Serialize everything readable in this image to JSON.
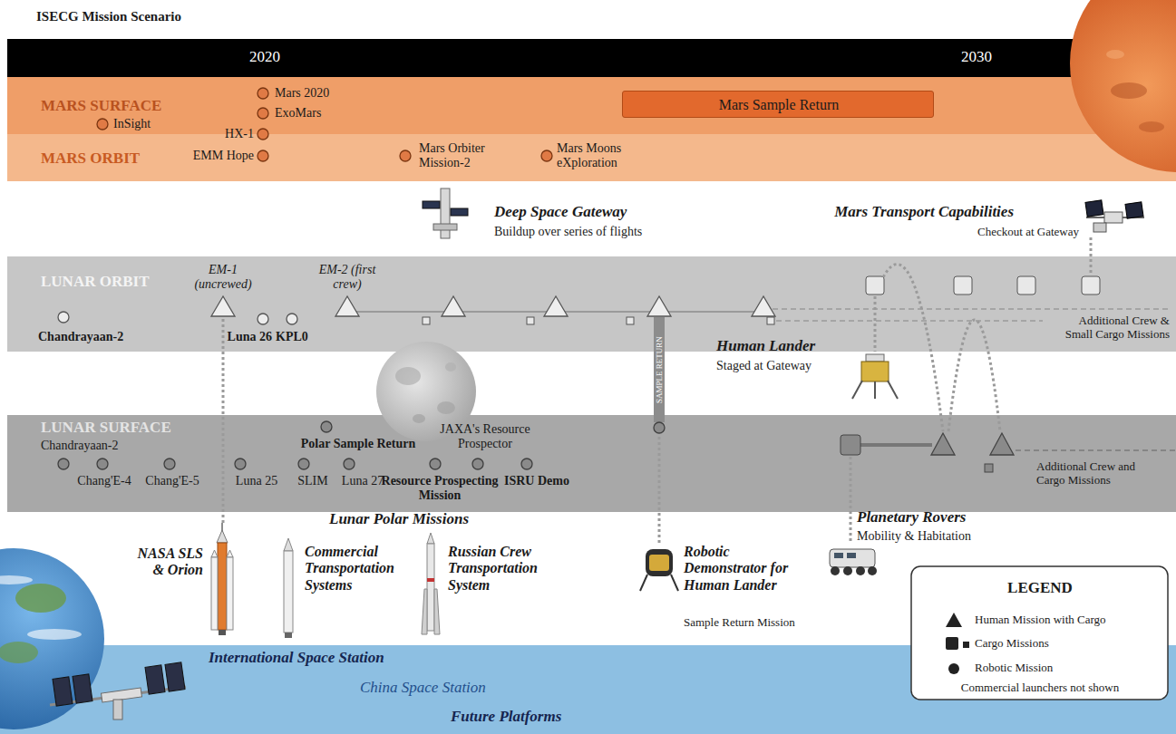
{
  "diagram": {
    "title": "ISECG Mission Scenario",
    "nodes": [
      {
        "text": [
          "2020",
          "2030"
        ]
      },
      {
        "text": [
          "MARS SURFACE"
        ]
      },
      {
        "text": [
          "InSight"
        ],
        "in": 1
      },
      {
        "text": [
          "Mars 2020"
        ],
        "in": 1
      },
      {
        "text": [
          "ExoMars"
        ],
        "in": 1
      },
      {
        "text": [
          "Mars Sample Return"
        ],
        "in": 1
      },
      {
        "text": [
          "MARS ORBIT"
        ]
      },
      {
        "text": [
          "HX-1"
        ],
        "in": 6
      },
      {
        "text": [
          "EMM Hope"
        ],
        "in": 6
      },
      {
        "text": [
          "Mars Orbiter Mission-2"
        ],
        "in": 6
      },
      {
        "text": [
          "Mars Moons eXploration"
        ],
        "in": 6
      },
      {
        "text": [
          "LUNAR ORBIT"
        ]
      },
      {
        "text": [
          "Chandrayaan-2"
        ],
        "in": 11
      },
      {
        "text": [
          "EM-1 (uncrewed)"
        ],
        "in": 11
      },
      {
        "text": [
          "Luna 26"
        ],
        "in": 11
      },
      {
        "text": [
          "KPL0"
        ],
        "in": 11
      },
      {
        "text": [
          "EM-2 (first crew)"
        ],
        "in": 11
      },
      {
        "text": [
          "LUNAR SURFACE"
        ]
      },
      {
        "text": [
          "Chandrayaan-2"
        ],
        "in": 17
      },
      {
        "text": [
          "Chang'E-4"
        ],
        "in": 17
      },
      {
        "text": [
          "Chang'E-5"
        ],
        "in": 17
      },
      {
        "text": [
          "Luna 25"
        ],
        "in": 17
      },
      {
        "text": [
          "SLIM"
        ],
        "in": 17
      },
      {
        "text": [
          "Polar Sample Return"
        ],
        "in": 17
      },
      {
        "text": [
          "Luna 27"
        ],
        "in": 17
      },
      {
        "text": [
          "Resource Prospecting Mission"
        ],
        "in": 17
      },
      {
        "text": [
          "JAXA's Resource Prospector"
        ],
        "in": 17
      },
      {
        "text": [
          "ISRU Demo"
        ],
        "in": 17
      },
      {
        "text": [
          "NASA SLS & Orion"
        ]
      },
      {
        "text": [
          "International Space Station",
          "China Space Station",
          "Future Platforms"
        ]
      }
    ],
    "edges": [
      {
        "from": 28,
        "to": 13,
        "arrow": "none"
      }
    ],
    "labels": [
      "Deep Space Gateway",
      "Buildup over series of flights",
      "Mars Transport Capabilities",
      "Checkout at Gateway",
      "Human Lander",
      "Staged at Gateway",
      "SAMPLE RETURN",
      "Additional Crew & Small Cargo Missions",
      "Additional Crew and Cargo Missions",
      "Lunar Polar Missions",
      "Planetary Rovers",
      "Mobility & Habitation",
      "Commercial Transportation Systems",
      "Russian Crew Transportation System",
      "Robotic Demonstrator for Human Lander",
      "Sample Return Mission",
      "LEGEND",
      "Commercial launchers not shown"
    ],
    "legend": [
      {
        "text": "Human Mission with Cargo"
      },
      {
        "text": "Cargo Missions"
      },
      {
        "text": "Robotic Mission"
      }
    ]
  }
}
